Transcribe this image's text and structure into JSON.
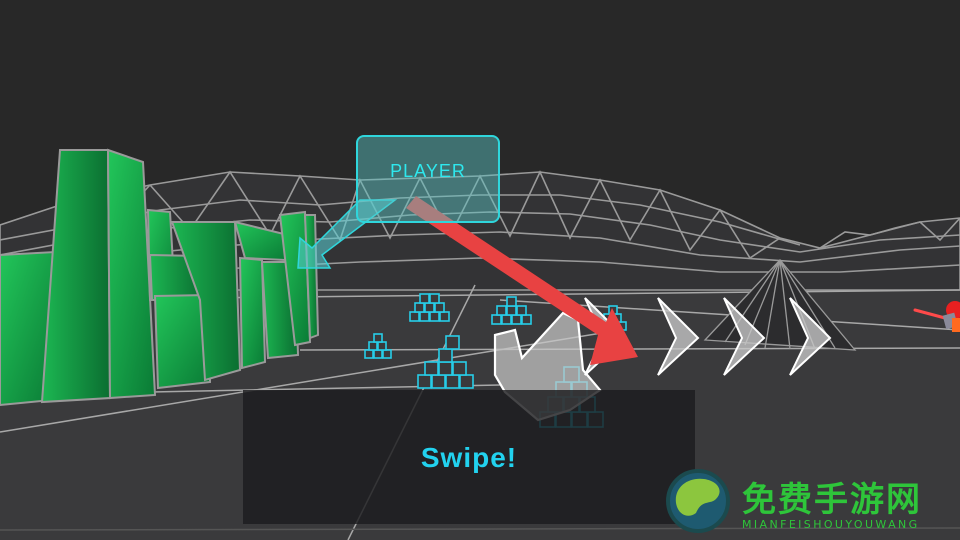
{
  "game": {
    "player_label": "PLAYER",
    "instruction": "Swipe!",
    "chevron_count": 4
  },
  "watermark": {
    "chinese": "免费手游网",
    "pinyin": "MIANFEISHOUYOUWANG"
  },
  "colors": {
    "background": "#282828",
    "ground": "#3a3a3c",
    "wireframe": "#9a9a9a",
    "buildings": "#17a24a",
    "accent_cyan": "#2fd6dc",
    "arrow_red": "#e84040",
    "watermark_green": "#2ec53a"
  }
}
